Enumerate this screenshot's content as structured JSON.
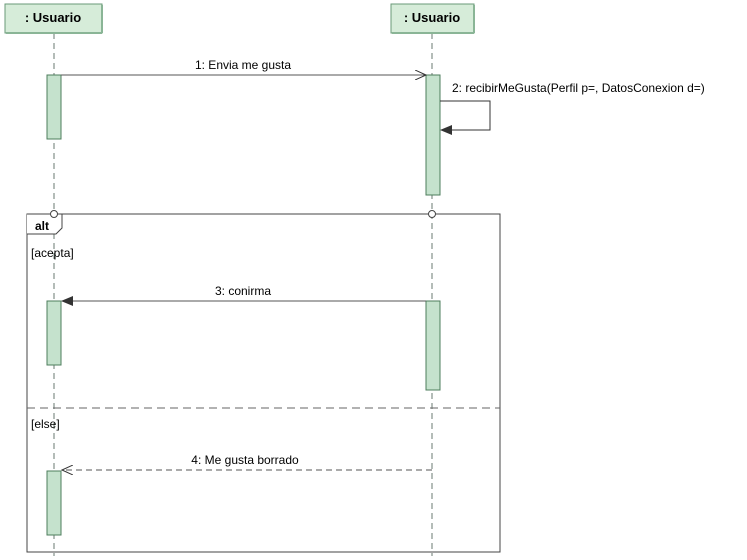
{
  "colors": {
    "lifeline_fill": "#d6ecd9",
    "lifeline_stroke": "#6a9a78",
    "activation_fill": "#c5e2cd",
    "activation_stroke": "#4d7d5c",
    "line": "#555555",
    "frame": "#444444"
  },
  "lifelines": [
    {
      "label": ": Usuario"
    },
    {
      "label": ": Usuario"
    }
  ],
  "messages": [
    {
      "label": "1: Envia me gusta",
      "kind": "async"
    },
    {
      "label": "2: recibirMeGusta(Perfil p=, DatosConexion d=)",
      "kind": "self"
    },
    {
      "label": "3: conirma",
      "kind": "sync"
    },
    {
      "label": "4: Me gusta borrado",
      "kind": "reply"
    }
  ],
  "fragment": {
    "operator": "alt",
    "guards": [
      "[acepta]",
      "[else]"
    ]
  }
}
